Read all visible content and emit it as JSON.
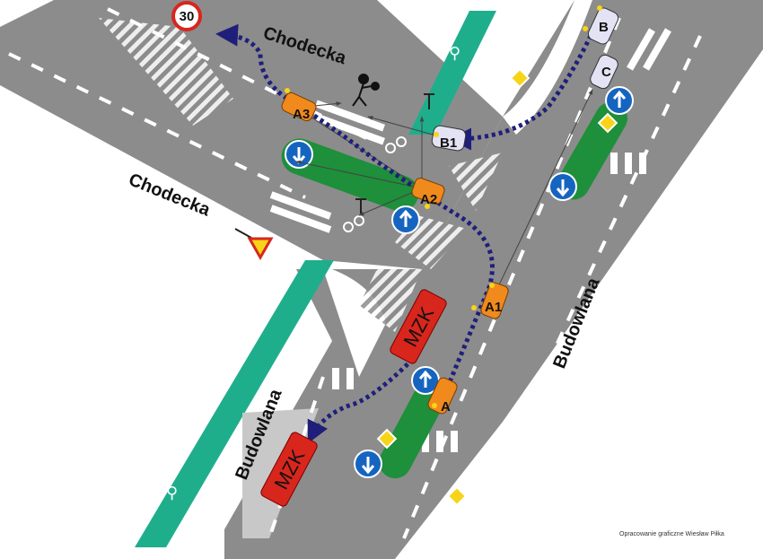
{
  "streets": {
    "chodecka_top": "Chodecka",
    "chodecka_left": "Chodecka",
    "budowlana_right": "Budowlana",
    "budowlana_left": "Budowlana"
  },
  "vehicles": {
    "a": "A",
    "a1": "A1",
    "a2": "A2",
    "a3": "A3",
    "b": "B",
    "b1": "B1",
    "c": "C"
  },
  "buses": {
    "upper": "MZK",
    "lower": "MZK"
  },
  "speed_limit": "30",
  "credit": "Opracowanie graficzne Wiesław Piłka",
  "colors": {
    "asphalt": "#8c8c8c",
    "bike_path": "#1fae8c",
    "island_green": "#1e8f3a",
    "sign_blue": "#1565c0",
    "vehicle_orange": "#f08a1c",
    "bus_red": "#d8261d",
    "route_navy": "#1f1f7a",
    "yield_yellow": "#f7d417"
  }
}
